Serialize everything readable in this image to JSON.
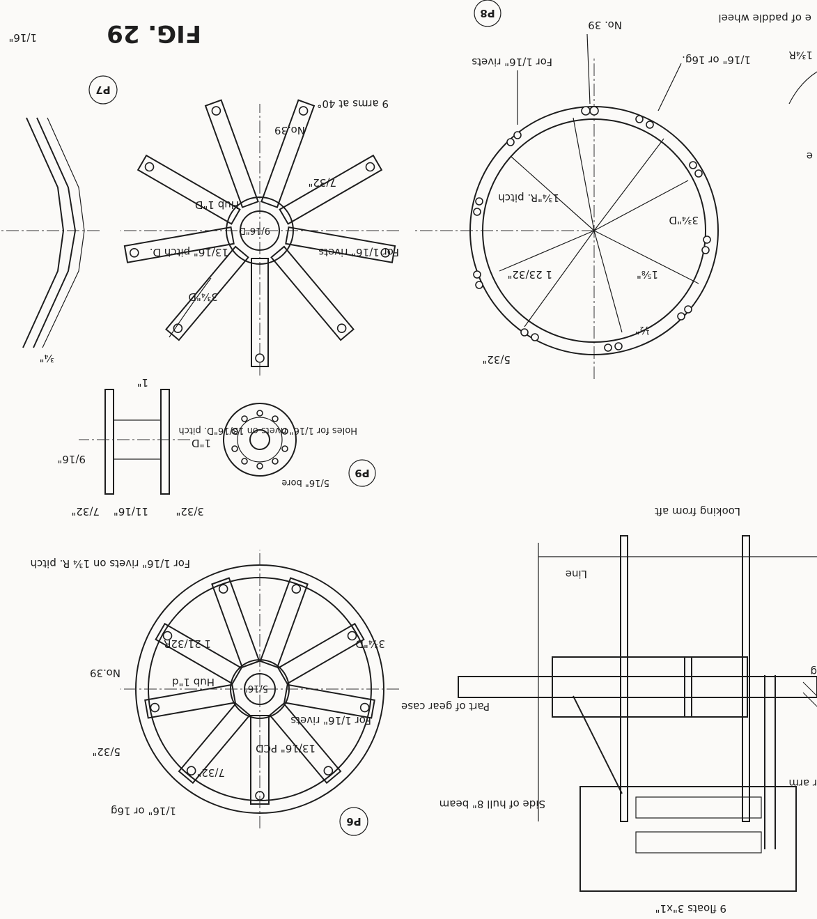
{
  "figure": {
    "title": "FIG. 29",
    "fragment_top": "e  of paddle wheel",
    "fragment_r": "1¾R",
    "fragment_e": "e"
  },
  "p7": {
    "tag": "P7",
    "arms": "9 arms at 40°",
    "no39": "No.39",
    "d732": "7/32\"",
    "hub": "Hub 1\"D",
    "bore": "9/16\"D",
    "pitch": "13/16\" pitch D.",
    "rivets": "For 1/16\" rivets",
    "d334": "3¾\"D",
    "side_116": "1/16\"",
    "side_34": "¾\""
  },
  "p8": {
    "tag": "P8",
    "no39": "No. 39",
    "gauge": "1/16\" or 16g.",
    "rivets": "For 1/16\" rivets",
    "pitch": "1¾\"R. pitch",
    "d334": "3¾\"D",
    "d158": "1⅝\"",
    "d12332": "1 23/32\"",
    "d12": "½\"",
    "d532": "5/32\""
  },
  "p9": {
    "tag": "P9",
    "holes": "Holes for 1/16\" rivets on 13/16\"D. pitch",
    "bore": "5/16\" bore",
    "d1d": "1\"D",
    "d916": "9/16\"",
    "d1": "1\"",
    "d732": "7/32\"",
    "d1116": "11/16\"",
    "d332": "3/32\""
  },
  "p6": {
    "tag": "P6",
    "rivets": "For 1/16\" rivets on 1¾ R. pitch",
    "no39": "No.39",
    "d2132": "1 21/32R",
    "d334": "3¾\"D",
    "hub": "Hub 1\"d",
    "bore": "5/16\"",
    "for_rivets": "For 1/16\" rivets",
    "d532": "5/32\"",
    "pcd": "13/16\" PCD",
    "d732": "7/32\"",
    "gauge": "1/16\" or 16g"
  },
  "assembly": {
    "looking": "Looking from aft",
    "line": "Line",
    "gear": "Part of gear case",
    "hull": "Side of hull 8\" beam",
    "floats": "9 floats 3\"x1\"",
    "arm": "r arm",
    "g": "g"
  }
}
